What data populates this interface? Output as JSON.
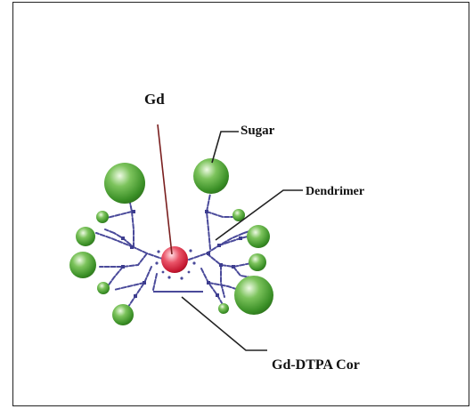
{
  "labels": {
    "gd": "Gd",
    "sugar": "Sugar",
    "dendrimer": "Dendrimer",
    "core": "Gd-DTPA Cor"
  },
  "colors": {
    "sugar_sphere": "#3e9a2a",
    "sugar_highlight": "#e6f7d8",
    "gd_sphere": "#d01e3a",
    "gd_highlight": "#ffd2da",
    "dendrimer_chain": "#4a4a9a",
    "gd_leader": "#7a1f1f",
    "leader_line": "#222222"
  }
}
